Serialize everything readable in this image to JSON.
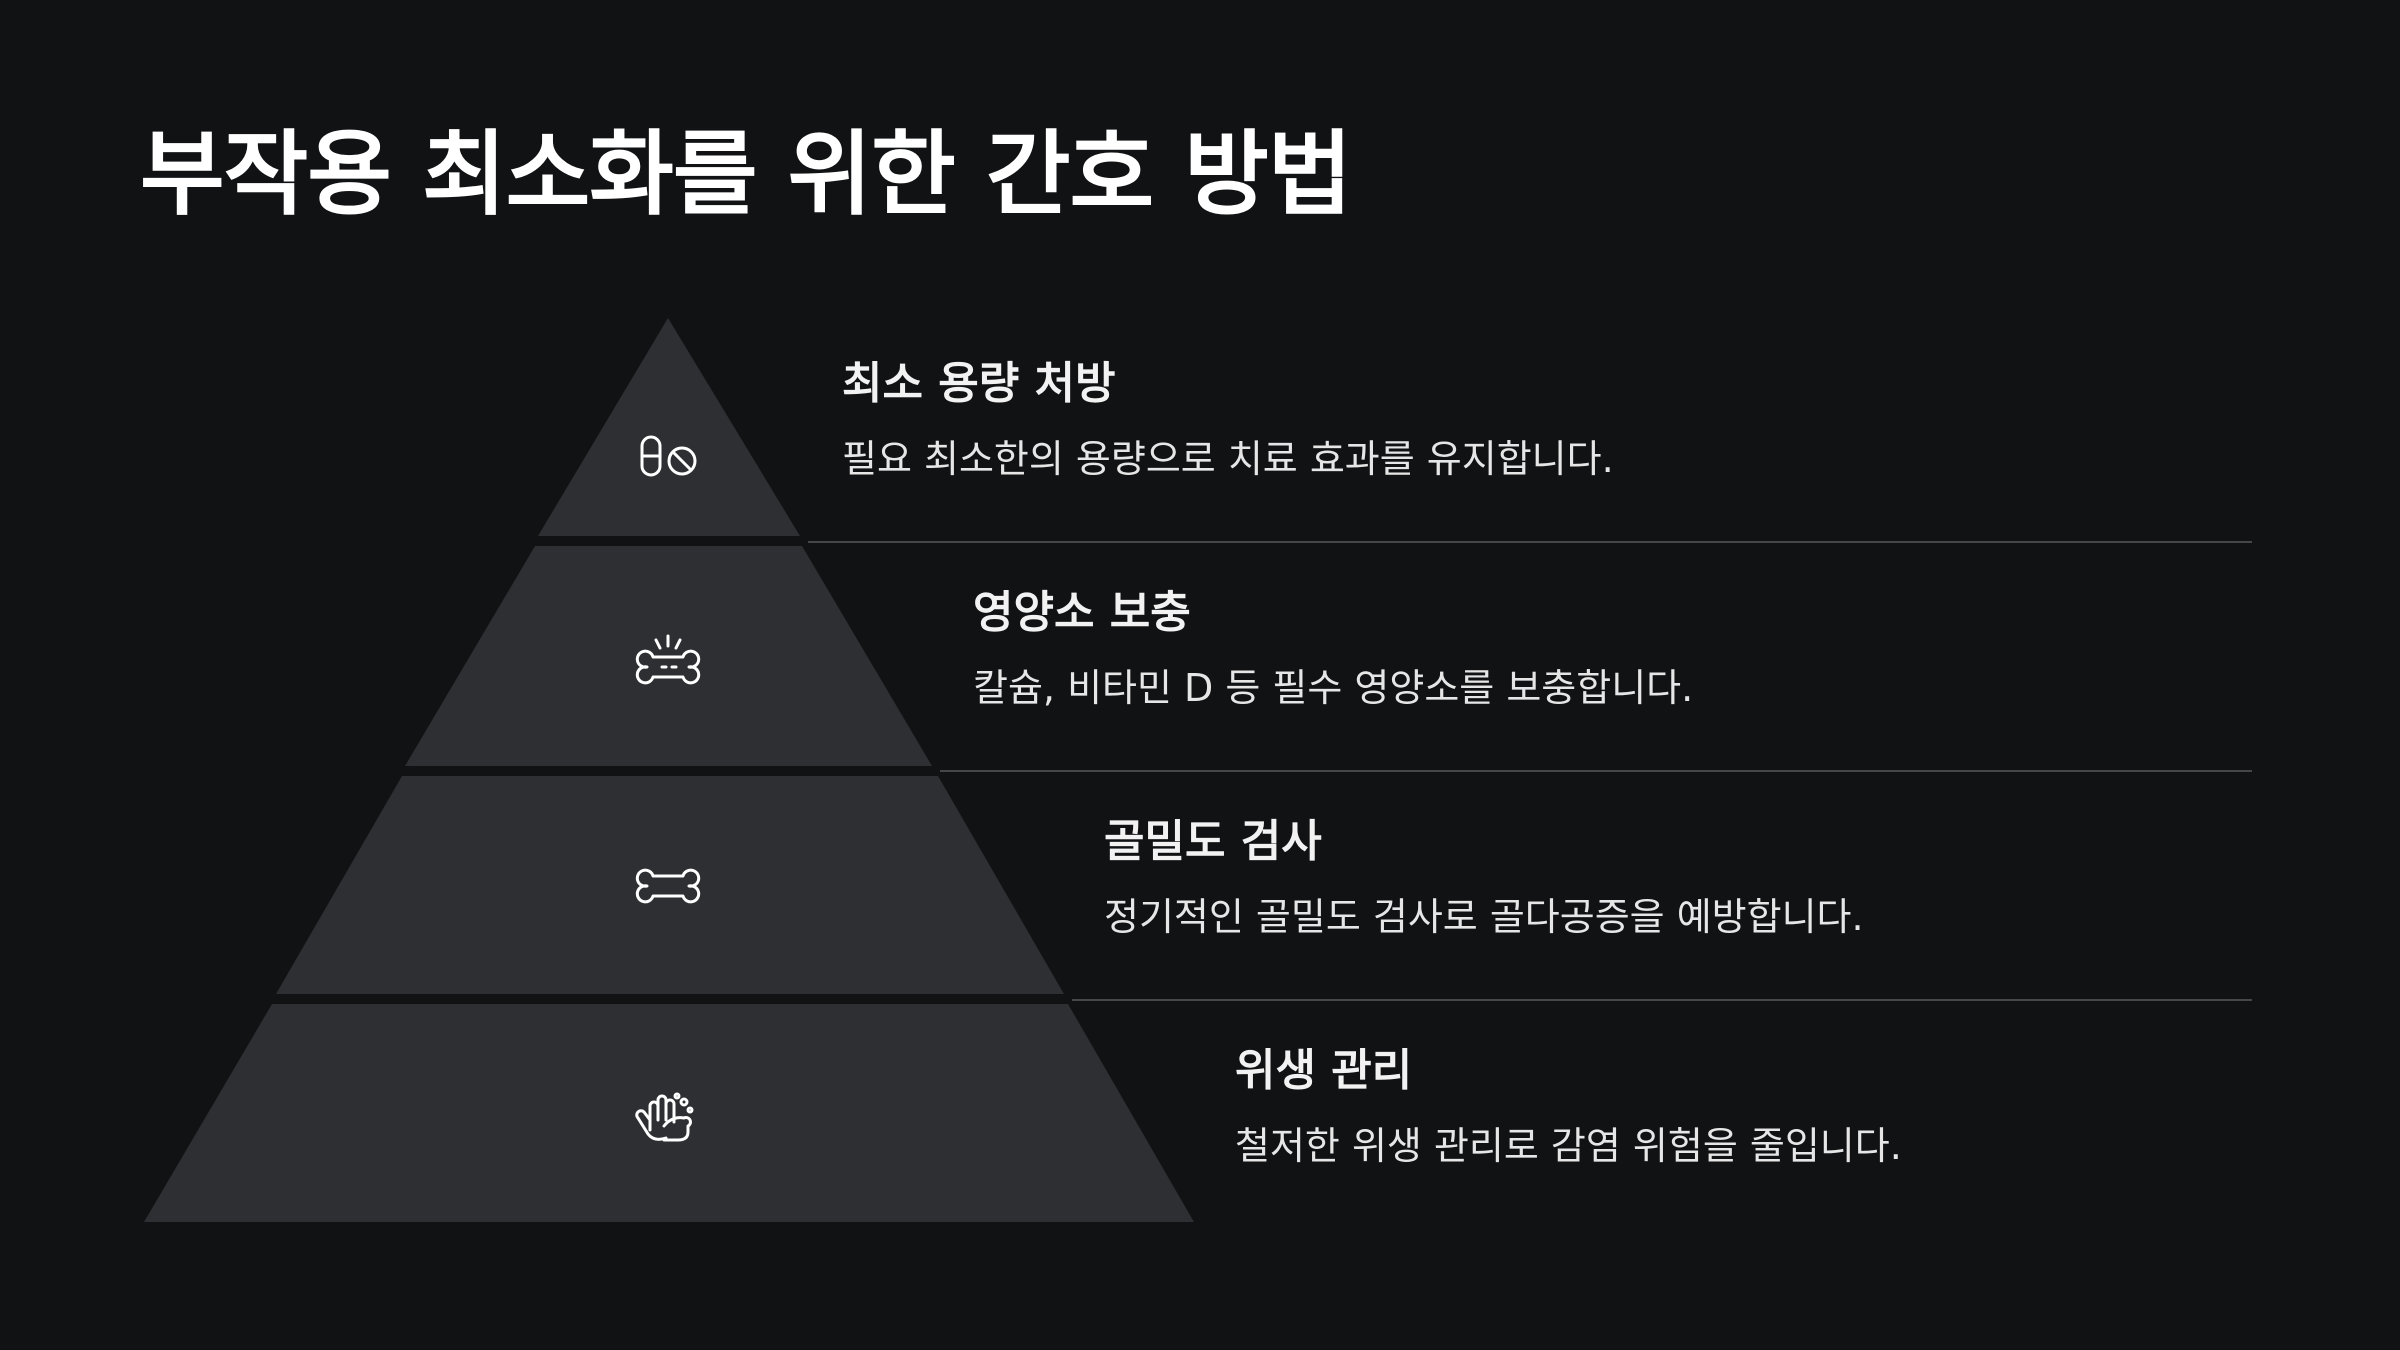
{
  "title": "부작용 최소화를 위한 간호 방법",
  "colors": {
    "background": "#111214",
    "tier_fill": "#2e2f32",
    "divider": "#45474b",
    "icon_stroke": "#ffffff"
  },
  "levels": [
    {
      "heading": "최소 용량 처방",
      "description": "필요 최소한의 용량으로 치료 효과를 유지합니다.",
      "icon": "pill-prohibited-icon"
    },
    {
      "heading": "영양소 보충",
      "description": "칼슘, 비타민 D 등 필수 영양소를 보충합니다.",
      "icon": "bone-sparkle-icon"
    },
    {
      "heading": "골밀도 검사",
      "description": "정기적인 골밀도 검사로 골다공증을 예방합니다.",
      "icon": "bone-icon"
    },
    {
      "heading": "위생 관리",
      "description": "철저한 위생 관리로 감염 위험을 줄입니다.",
      "icon": "hand-washing-icon"
    }
  ]
}
